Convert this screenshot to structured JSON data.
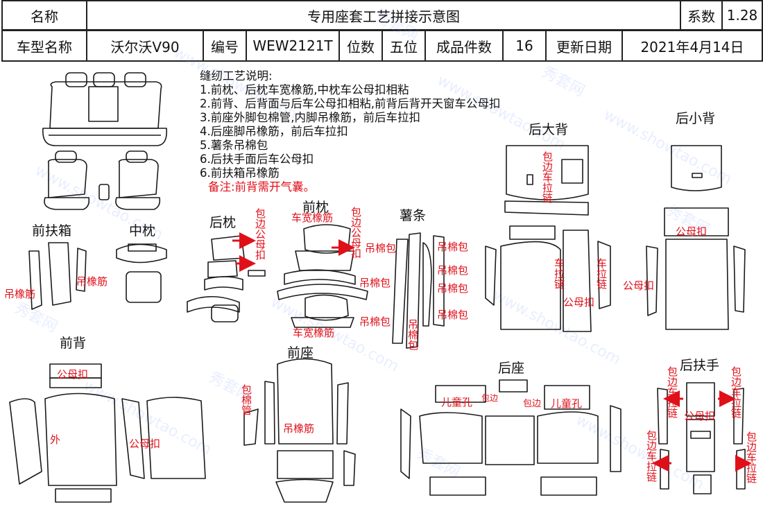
{
  "header": {
    "name_label": "名称",
    "title": "专用座套工艺拼接示意图",
    "coef_label": "系数",
    "coef_value": "1.28",
    "model_label": "车型名称",
    "model_value": "沃尔沃V90",
    "code_label": "编号",
    "code_value": "WEW2121T",
    "seats_label": "位数",
    "seats_value": "五位",
    "pieces_label": "成品件数",
    "pieces_value": "16",
    "date_label": "更新日期",
    "date_value": "2021年4月14日"
  },
  "notes": {
    "title": "缝纫工艺说明:",
    "items": [
      "1.前枕、后枕车宽橡筋,中枕车公母扣相粘",
      "2.前背、后背面与后车公母扣相粘,前背后背开天窗车公母扣",
      "3.前座外脚包棉管,内脚吊橡筋，前后车拉扣",
      "4.后座脚吊橡筋，前后车拉扣",
      "5.薯条吊棉包",
      "6.后扶手面后车公母扣",
      "6.前扶箱吊橡筋"
    ],
    "remark": "备注:前背需开气囊。"
  },
  "sections": {
    "front_armbox": "前扶箱",
    "mid_pillow": "中枕",
    "rear_pillow": "后枕",
    "front_pillow": "前枕",
    "strip": "薯条",
    "rear_back": "后大背",
    "rear_small_back": "后小背",
    "front_back": "前背",
    "front_seat": "前座",
    "rear_seat": "后座",
    "rear_armrest": "后扶手"
  },
  "annotations": {
    "hang_elastic": "吊橡筋",
    "wrap_snap": "包边公母扣",
    "wide_elastic": "车宽橡筋",
    "hang_cotton": "吊棉包",
    "wrap_zip": "包边车拉链",
    "zipper": "车拉链",
    "snap": "公母扣",
    "outer": "外",
    "cotton_tube": "包棉管",
    "child_hole": "儿童孔",
    "wrap_edge": "包边"
  },
  "watermark": {
    "cn": "秀套网",
    "url": "www.showtao.com",
    "color": "#7896ff"
  },
  "colors": {
    "annotation": "#e0101a",
    "line": "#1a1a1a"
  }
}
